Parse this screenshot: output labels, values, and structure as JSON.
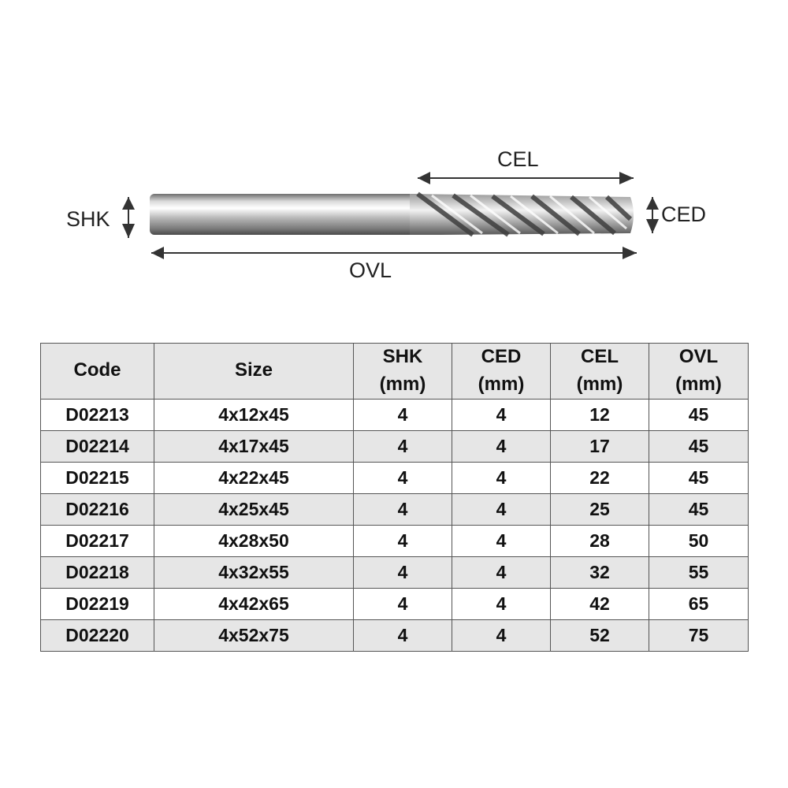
{
  "diagram": {
    "labels": {
      "shk": "SHK",
      "ced": "CED",
      "cel": "CEL",
      "ovl": "OVL"
    }
  },
  "table": {
    "headers": [
      {
        "line1": "Code",
        "line2": ""
      },
      {
        "line1": "Size",
        "line2": ""
      },
      {
        "line1": "SHK",
        "line2": "(mm)"
      },
      {
        "line1": "CED",
        "line2": "(mm)"
      },
      {
        "line1": "CEL",
        "line2": "(mm)"
      },
      {
        "line1": "OVL",
        "line2": "(mm)"
      }
    ],
    "rows": [
      [
        "D02213",
        "4x12x45",
        "4",
        "4",
        "12",
        "45"
      ],
      [
        "D02214",
        "4x17x45",
        "4",
        "4",
        "17",
        "45"
      ],
      [
        "D02215",
        "4x22x45",
        "4",
        "4",
        "22",
        "45"
      ],
      [
        "D02216",
        "4x25x45",
        "4",
        "4",
        "25",
        "45"
      ],
      [
        "D02217",
        "4x28x50",
        "4",
        "4",
        "28",
        "50"
      ],
      [
        "D02218",
        "4x32x55",
        "4",
        "4",
        "32",
        "55"
      ],
      [
        "D02219",
        "4x42x65",
        "4",
        "4",
        "42",
        "65"
      ],
      [
        "D02220",
        "4x52x75",
        "4",
        "4",
        "52",
        "75"
      ]
    ]
  }
}
